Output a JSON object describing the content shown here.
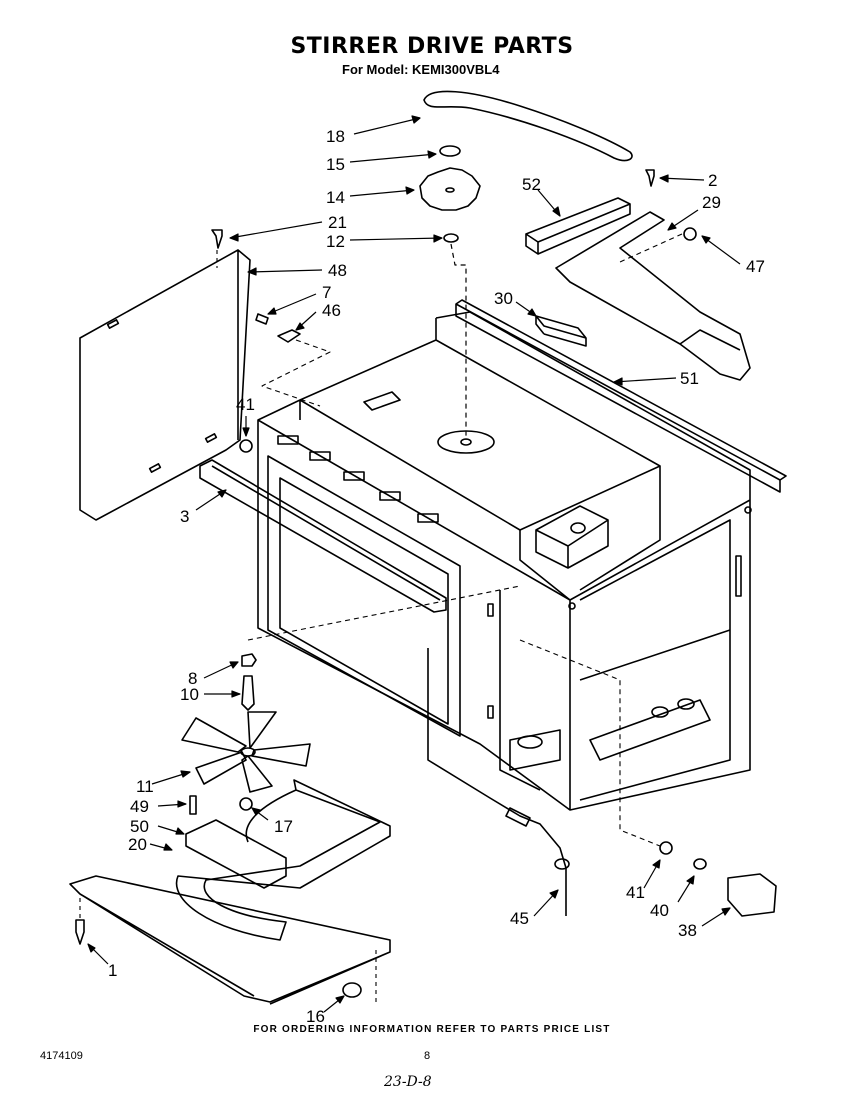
{
  "header": {
    "title": "STIRRER DRIVE PARTS",
    "subtitle": "For Model: KEMI300VBL4"
  },
  "footer": {
    "ordering_note": "FOR ORDERING INFORMATION REFER TO PARTS PRICE LIST",
    "document_number": "4174109",
    "page_number": "8",
    "handwritten_code": "23-D-8"
  },
  "callouts": {
    "c18": "18",
    "c15": "15",
    "c14": "14",
    "c12": "12",
    "c21": "21",
    "c48": "48",
    "c7": "7",
    "c46": "46",
    "c41a": "41",
    "c3": "3",
    "c2": "2",
    "c52": "52",
    "c29": "29",
    "c47": "47",
    "c30": "30",
    "c51": "51",
    "c8": "8",
    "c10": "10",
    "c11": "11",
    "c49": "49",
    "c50": "50",
    "c20": "20",
    "c17": "17",
    "c1": "1",
    "c16": "16",
    "c45": "45",
    "c41b": "41",
    "c40": "40",
    "c38": "38"
  }
}
